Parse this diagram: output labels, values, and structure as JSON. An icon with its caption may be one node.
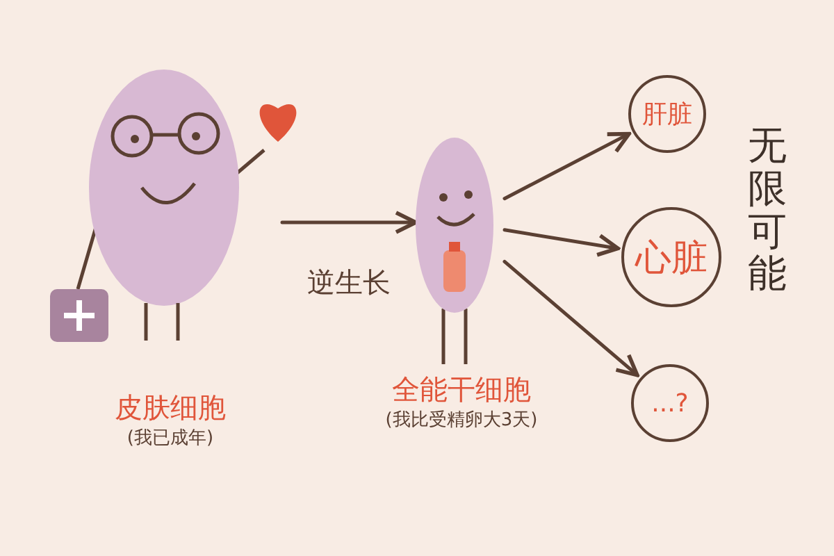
{
  "diagram": {
    "nodes": [
      {
        "text": [
          "皮肤细胞",
          "(我已成年)"
        ]
      },
      {
        "text": [
          "全能干细胞",
          "(我比受精卵大3天)"
        ]
      },
      {
        "text": [
          "肝脏"
        ]
      },
      {
        "text": [
          "心脏"
        ]
      },
      {
        "text": [
          "...?"
        ]
      }
    ],
    "edges": [
      {
        "from": 0,
        "to": 1,
        "arrow": "to",
        "label": "逆生长"
      },
      {
        "from": 1,
        "to": 2,
        "arrow": "to"
      },
      {
        "from": 1,
        "to": 3,
        "arrow": "to"
      },
      {
        "from": 1,
        "to": 4,
        "arrow": "to"
      }
    ],
    "labels": [
      "无限可能"
    ]
  }
}
